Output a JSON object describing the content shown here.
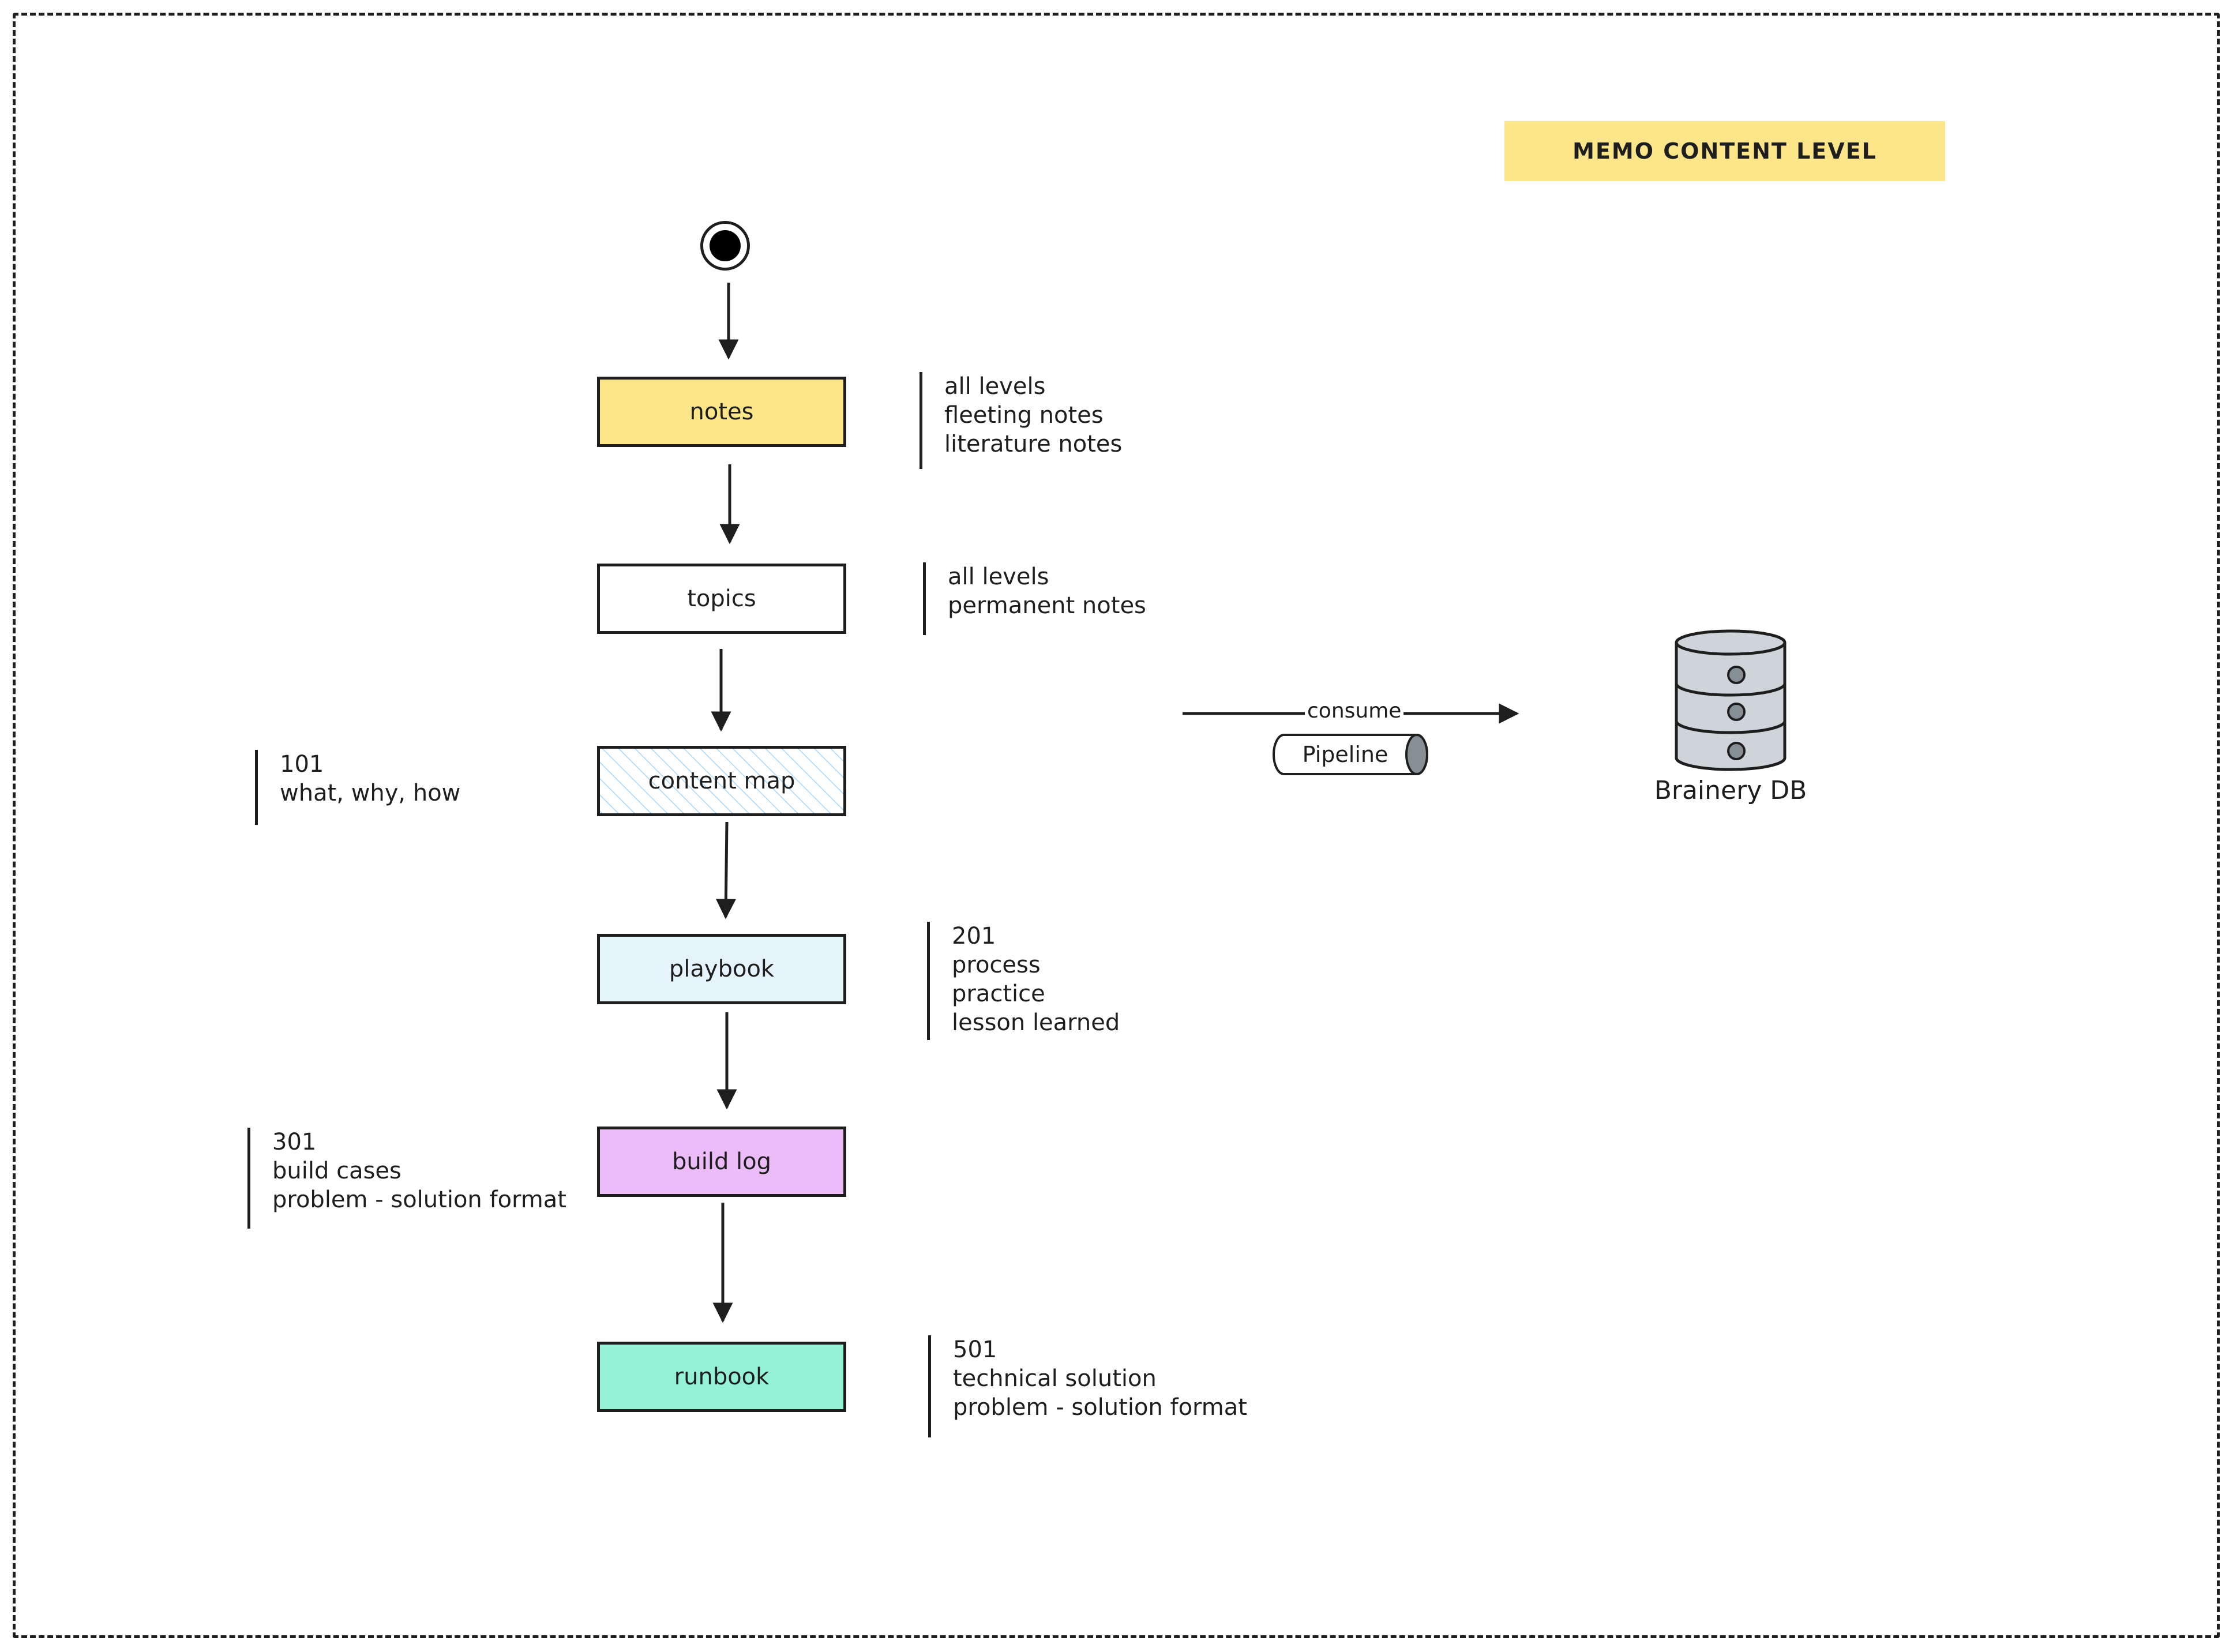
{
  "sticky": {
    "title": "MEMO CONTENT LEVEL"
  },
  "flow": [
    {
      "label": "notes",
      "fill": "#fde68a"
    },
    {
      "label": "topics",
      "fill": "#ffffff"
    },
    {
      "label": "content map",
      "fill": "hatched light-blue"
    },
    {
      "label": "playbook",
      "fill": "#e5f3fb"
    },
    {
      "label": "build log",
      "fill": "#ebbcf8"
    },
    {
      "label": "runbook",
      "fill": "#96f2d7"
    }
  ],
  "annotations": {
    "notes": [
      "all levels",
      "fleeting notes",
      "literature notes"
    ],
    "topics": [
      "all levels",
      "permanent notes"
    ],
    "content_map": [
      "101",
      "what, why, how"
    ],
    "playbook": [
      "201",
      "process",
      "practice",
      "lesson learned"
    ],
    "build_log": [
      "301",
      "build cases",
      "problem - solution format"
    ],
    "runbook": [
      "501",
      "technical solution",
      "problem - solution format"
    ]
  },
  "edge": {
    "label": "consume"
  },
  "pipeline": {
    "label": "Pipeline"
  },
  "database": {
    "label": "Brainery DB",
    "icon": "database-icon"
  },
  "colors": {
    "stroke": "#1e1e1e",
    "db_fill": "#ced4da",
    "db_dark": "#868e96",
    "hatch": "#a5d8ff"
  }
}
